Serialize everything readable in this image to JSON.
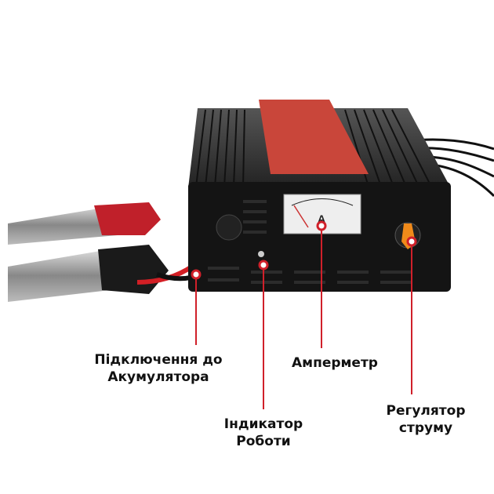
{
  "accent_color": "#d0202a",
  "callouts": [
    {
      "id": "battery-connection",
      "line1": "Підключення до",
      "line2": "Акумулятора"
    },
    {
      "id": "ammeter",
      "line1": "Амперметр"
    },
    {
      "id": "work-indicator",
      "line1": "Індикатор",
      "line2": "Роботи"
    },
    {
      "id": "current-regulator",
      "line1": "Регулятор",
      "line2": "струму"
    }
  ]
}
